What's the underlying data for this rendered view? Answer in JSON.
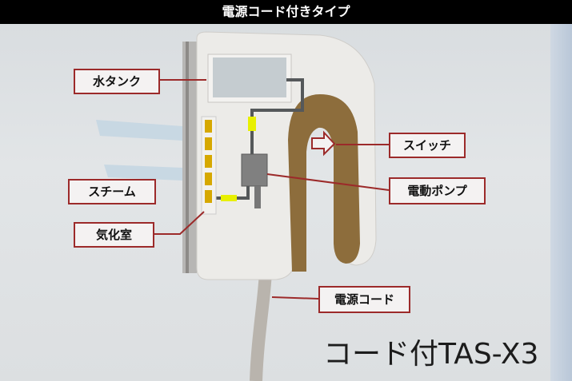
{
  "title": "電源コード付きタイプ",
  "labels": {
    "water_tank": "水タンク",
    "steam": "スチーム",
    "vaporizer": "気化室",
    "switch": "スイッチ",
    "pump": "電動ポンプ",
    "cord": "電源コード"
  },
  "model_name": "コード付TAS-X3",
  "colors": {
    "label_border": "#9c2a2a",
    "handle": "#8a6a3a",
    "highlight": "#e8f000"
  }
}
